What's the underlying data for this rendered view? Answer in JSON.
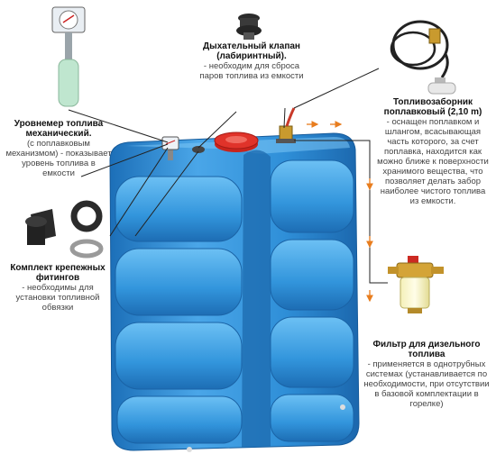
{
  "components": {
    "level_gauge": {
      "title": "Уровнемер топлива механический.",
      "desc": "(с поплавковым механизмом) - показывает уровень топлива в емкости"
    },
    "breather_valve": {
      "title": "Дыхательный клапан (лабиринтный).",
      "desc": "- необходим для сброса паров топлива из емкости"
    },
    "float_pickup": {
      "title": "Топливозаборник поплавковый (2,10 m)",
      "desc": "- оснащен поплавком и шлангом, всасывающая часть которого, за счет поплавка, находится как можно ближе к поверхности хранимого вещества, что позволяет делать забор наиболее чистого топлива из емкости."
    },
    "fittings_kit": {
      "title": "Комплект крепежных фитингов",
      "desc": "- необходимы для установки топливной обвязки"
    },
    "diesel_filter": {
      "title": "Фильтр для дизельного топлива",
      "desc": "- применяется в однотрубных системах (устанавливается по необходимости, при отсутствии в базовой комплектации в горелке)"
    }
  },
  "colors": {
    "tank_blue": "#2f8fd8",
    "tank_light": "#5fb4ee",
    "cap_red": "#e0332a",
    "arrow_orange": "#e87d1e",
    "leader_line": "#222222"
  }
}
